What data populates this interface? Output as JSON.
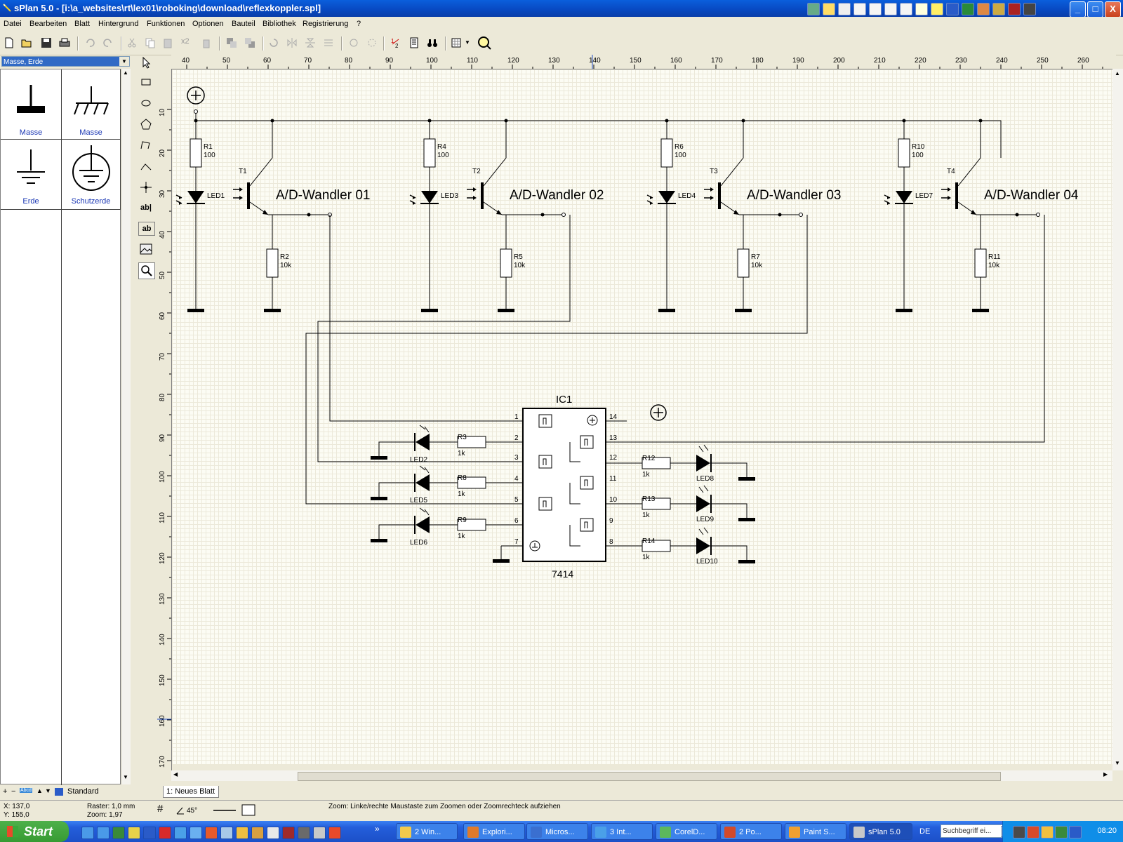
{
  "window": {
    "title": "sPlan 5.0 - [i:\\a_websites\\rt\\lex01\\roboking\\download\\reflexkoppler.spl]",
    "minimize": "_",
    "maximize": "□",
    "close": "X"
  },
  "menu": [
    "Datei",
    "Bearbeiten",
    "Blatt",
    "Hintergrund",
    "Funktionen",
    "Optionen",
    "Bauteil",
    "Bibliothek",
    "Registrierung",
    "?"
  ],
  "toolbar": {
    "multiply_label": "x2"
  },
  "library": {
    "selected": "Masse, Erde",
    "items": [
      {
        "label": "Masse",
        "icon": "ground-bar-icon"
      },
      {
        "label": "Masse",
        "icon": "chassis-ground-icon"
      },
      {
        "label": "Erde",
        "icon": "earth-ground-icon"
      },
      {
        "label": "Schutzerde",
        "icon": "protective-earth-icon"
      }
    ],
    "footer_label": "Standard",
    "footer_badge": "Abcd"
  },
  "drawtools": {
    "text_label": "ab|",
    "textbox_label": "ab"
  },
  "rulers": {
    "h_ticks": [
      "40",
      "50",
      "60",
      "70",
      "80",
      "90",
      "100",
      "110",
      "120",
      "130",
      "140",
      "150",
      "160",
      "170",
      "180",
      "190",
      "200",
      "210",
      "220",
      "230",
      "240",
      "250",
      "260"
    ],
    "v_ticks": [
      "10",
      "20",
      "30",
      "40",
      "50",
      "60",
      "70",
      "80",
      "90",
      "100",
      "110",
      "120",
      "130",
      "140",
      "150",
      "160",
      "170"
    ]
  },
  "schematic": {
    "stages": [
      {
        "transistor": "T1",
        "r_top": "R1",
        "r_top_val": "100",
        "led": "LED1",
        "r_em": "R2",
        "r_em_val": "10k",
        "label": "A/D-Wandler 01"
      },
      {
        "transistor": "T2",
        "r_top": "R4",
        "r_top_val": "100",
        "led": "LED3",
        "r_em": "R5",
        "r_em_val": "10k",
        "label": "A/D-Wandler 02"
      },
      {
        "transistor": "T3",
        "r_top": "R6",
        "r_top_val": "100",
        "led": "LED4",
        "r_em": "R7",
        "r_em_val": "10k",
        "label": "A/D-Wandler 03"
      },
      {
        "transistor": "T4",
        "r_top": "R10",
        "r_top_val": "100",
        "led": "LED7",
        "r_em": "R11",
        "r_em_val": "10k",
        "label": "A/D-Wandler 04"
      }
    ],
    "ic": {
      "name": "IC1",
      "part": "7414"
    },
    "pins_left": [
      "1",
      "2",
      "3",
      "4",
      "5",
      "6",
      "7"
    ],
    "pins_right": [
      "14",
      "13",
      "12",
      "11",
      "10",
      "9",
      "8"
    ],
    "left_outputs": [
      {
        "res": "R3",
        "val": "1k",
        "led": "LED2"
      },
      {
        "res": "R8",
        "val": "1k",
        "led": "LED5"
      },
      {
        "res": "R9",
        "val": "1k",
        "led": "LED6"
      }
    ],
    "right_outputs": [
      {
        "res": "R12",
        "val": "1k",
        "led": "LED8"
      },
      {
        "res": "R13",
        "val": "1k",
        "led": "LED9"
      },
      {
        "res": "R14",
        "val": "1k",
        "led": "LED10"
      }
    ]
  },
  "sheet_tab": "1: Neues Blatt",
  "status": {
    "x": "X: 137,0",
    "y": "Y: 155,0",
    "raster": "Raster: 1,0 mm",
    "zoom": "Zoom:   1,97",
    "angle": "45°",
    "hint": "Zoom: Linke/rechte Maustaste zum Zoomen oder Zoomrechteck aufziehen"
  },
  "taskbar": {
    "start": "Start",
    "items": [
      {
        "label": "2 Win...",
        "color": "#f2c94c"
      },
      {
        "label": "Explori...",
        "color": "#e07a2a"
      },
      {
        "label": "Micros...",
        "color": "#3a6fd0"
      },
      {
        "label": "3 Int...",
        "color": "#4aa0e8"
      },
      {
        "label": "CorelD...",
        "color": "#5cb85c"
      },
      {
        "label": "2 Po...",
        "color": "#d24a2a"
      },
      {
        "label": "Paint S...",
        "color": "#f0a030"
      },
      {
        "label": "sPlan 5.0",
        "color": "#c8c8c8"
      }
    ],
    "lang": "DE",
    "search_placeholder": "Suchbegriff ei...",
    "clock": "08:20"
  }
}
